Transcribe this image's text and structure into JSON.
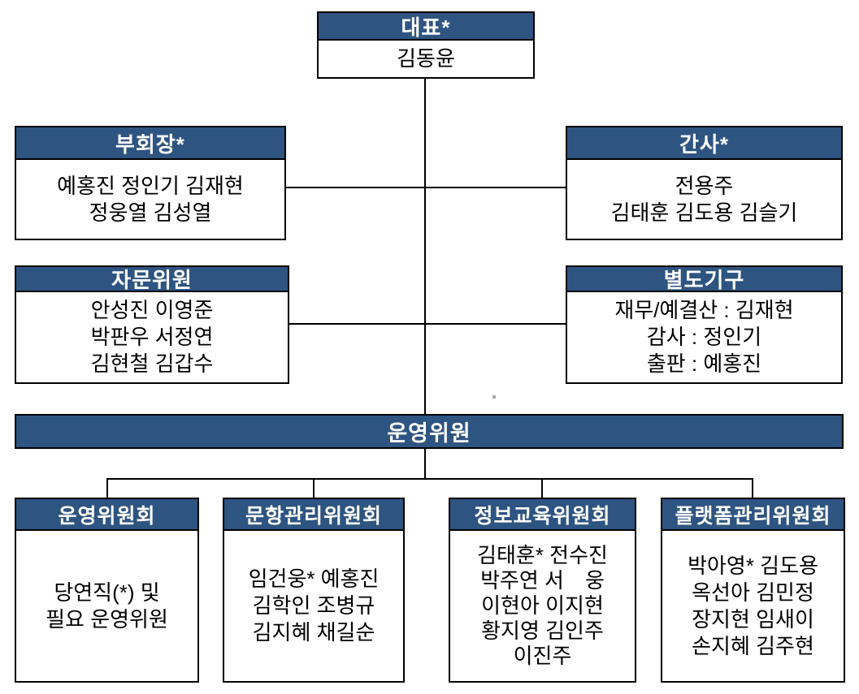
{
  "chart": {
    "ceo": {
      "title": "대표*",
      "lines": [
        "김동윤"
      ]
    },
    "vice_chair": {
      "title": "부회장*",
      "lines": [
        "예홍진 정인기 김재현",
        "정웅열 김성열"
      ]
    },
    "secretary": {
      "title": "간사*",
      "lines": [
        "전용주",
        "김태훈 김도용 김슬기"
      ]
    },
    "advisory": {
      "title": "자문위원",
      "lines": [
        "안성진 이영준",
        "박판우 서정연",
        "김현철 김갑수"
      ]
    },
    "separate_org": {
      "title": "별도기구",
      "lines": [
        "재무/예결산 : 김재현",
        "감사 : 정인기",
        "출판 : 예홍진"
      ]
    },
    "steering_band": {
      "title": "운영위원"
    },
    "committees": [
      {
        "title": "운영위원회",
        "lines": [
          "당연직(*) 및",
          "필요 운영위원"
        ]
      },
      {
        "title": "문항관리위원회",
        "lines": [
          "임건웅* 예홍진",
          "김학인 조병규",
          "김지혜 채길순"
        ]
      },
      {
        "title": "정보교육위원회",
        "lines": [
          "김태훈* 전수진",
          "박주연 서　웅",
          "이현아 이지현",
          "황지영 김인주",
          "이진주"
        ]
      },
      {
        "title": "플랫폼관리위원회",
        "lines": [
          "박아영* 김도용",
          "옥선아 김민정",
          "장지현 임새이",
          "손지혜 김주현"
        ]
      }
    ]
  },
  "colors": {
    "header_bg": "#2e5481",
    "header_text": "#ffffff",
    "body_text": "#000000",
    "border": "#000000",
    "connector": "#000000",
    "background": "#ffffff"
  }
}
